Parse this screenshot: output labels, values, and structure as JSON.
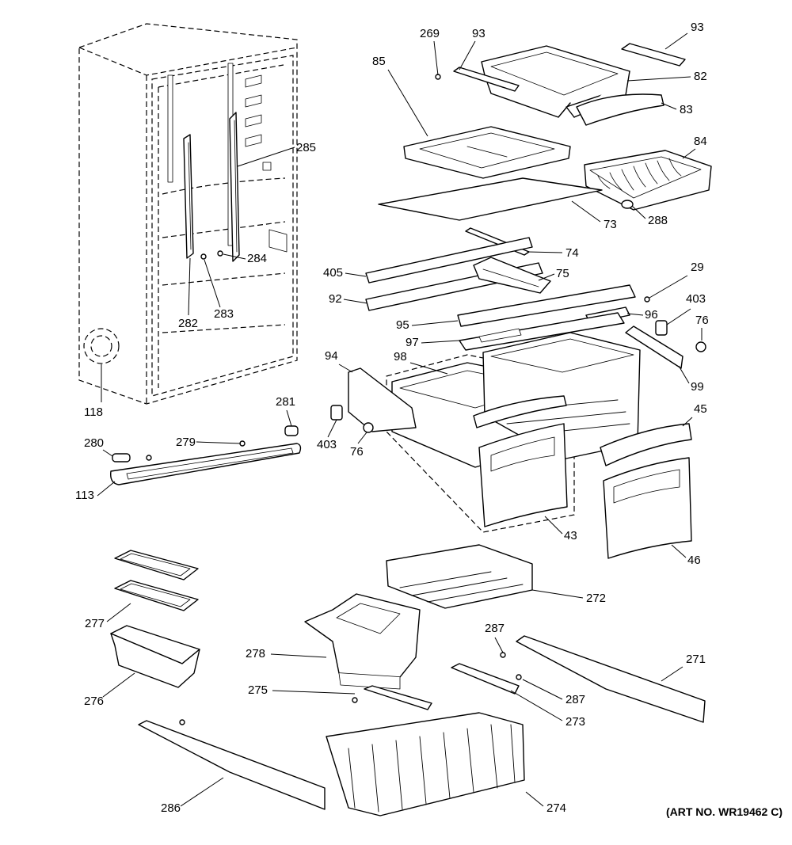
{
  "art_number": "(ART NO. WR19462 C)",
  "parts": [
    {
      "id": "p269",
      "label": "269"
    },
    {
      "id": "p93a",
      "label": "93"
    },
    {
      "id": "p93b",
      "label": "93"
    },
    {
      "id": "p85",
      "label": "85"
    },
    {
      "id": "p82",
      "label": "82"
    },
    {
      "id": "p83",
      "label": "83"
    },
    {
      "id": "p84",
      "label": "84"
    },
    {
      "id": "p285",
      "label": "285"
    },
    {
      "id": "p73",
      "label": "73"
    },
    {
      "id": "p288",
      "label": "288"
    },
    {
      "id": "p284",
      "label": "284"
    },
    {
      "id": "p74",
      "label": "74"
    },
    {
      "id": "p405",
      "label": "405"
    },
    {
      "id": "p75",
      "label": "75"
    },
    {
      "id": "p29",
      "label": "29"
    },
    {
      "id": "p92",
      "label": "92"
    },
    {
      "id": "p283",
      "label": "283"
    },
    {
      "id": "p282",
      "label": "282"
    },
    {
      "id": "p403a",
      "label": "403"
    },
    {
      "id": "p95",
      "label": "95"
    },
    {
      "id": "p96",
      "label": "96"
    },
    {
      "id": "p76a",
      "label": "76"
    },
    {
      "id": "p97",
      "label": "97"
    },
    {
      "id": "p94",
      "label": "94"
    },
    {
      "id": "p98",
      "label": "98"
    },
    {
      "id": "p99",
      "label": "99"
    },
    {
      "id": "p118",
      "label": "118"
    },
    {
      "id": "p281",
      "label": "281"
    },
    {
      "id": "p45",
      "label": "45"
    },
    {
      "id": "p280",
      "label": "280"
    },
    {
      "id": "p279",
      "label": "279"
    },
    {
      "id": "p403b",
      "label": "403"
    },
    {
      "id": "p76b",
      "label": "76"
    },
    {
      "id": "p113",
      "label": "113"
    },
    {
      "id": "p43",
      "label": "43"
    },
    {
      "id": "p46",
      "label": "46"
    },
    {
      "id": "p272",
      "label": "272"
    },
    {
      "id": "p277",
      "label": "277"
    },
    {
      "id": "p287a",
      "label": "287"
    },
    {
      "id": "p271",
      "label": "271"
    },
    {
      "id": "p278",
      "label": "278"
    },
    {
      "id": "p276",
      "label": "276"
    },
    {
      "id": "p275",
      "label": "275"
    },
    {
      "id": "p287b",
      "label": "287"
    },
    {
      "id": "p273",
      "label": "273"
    },
    {
      "id": "p286",
      "label": "286"
    },
    {
      "id": "p274",
      "label": "274"
    }
  ]
}
